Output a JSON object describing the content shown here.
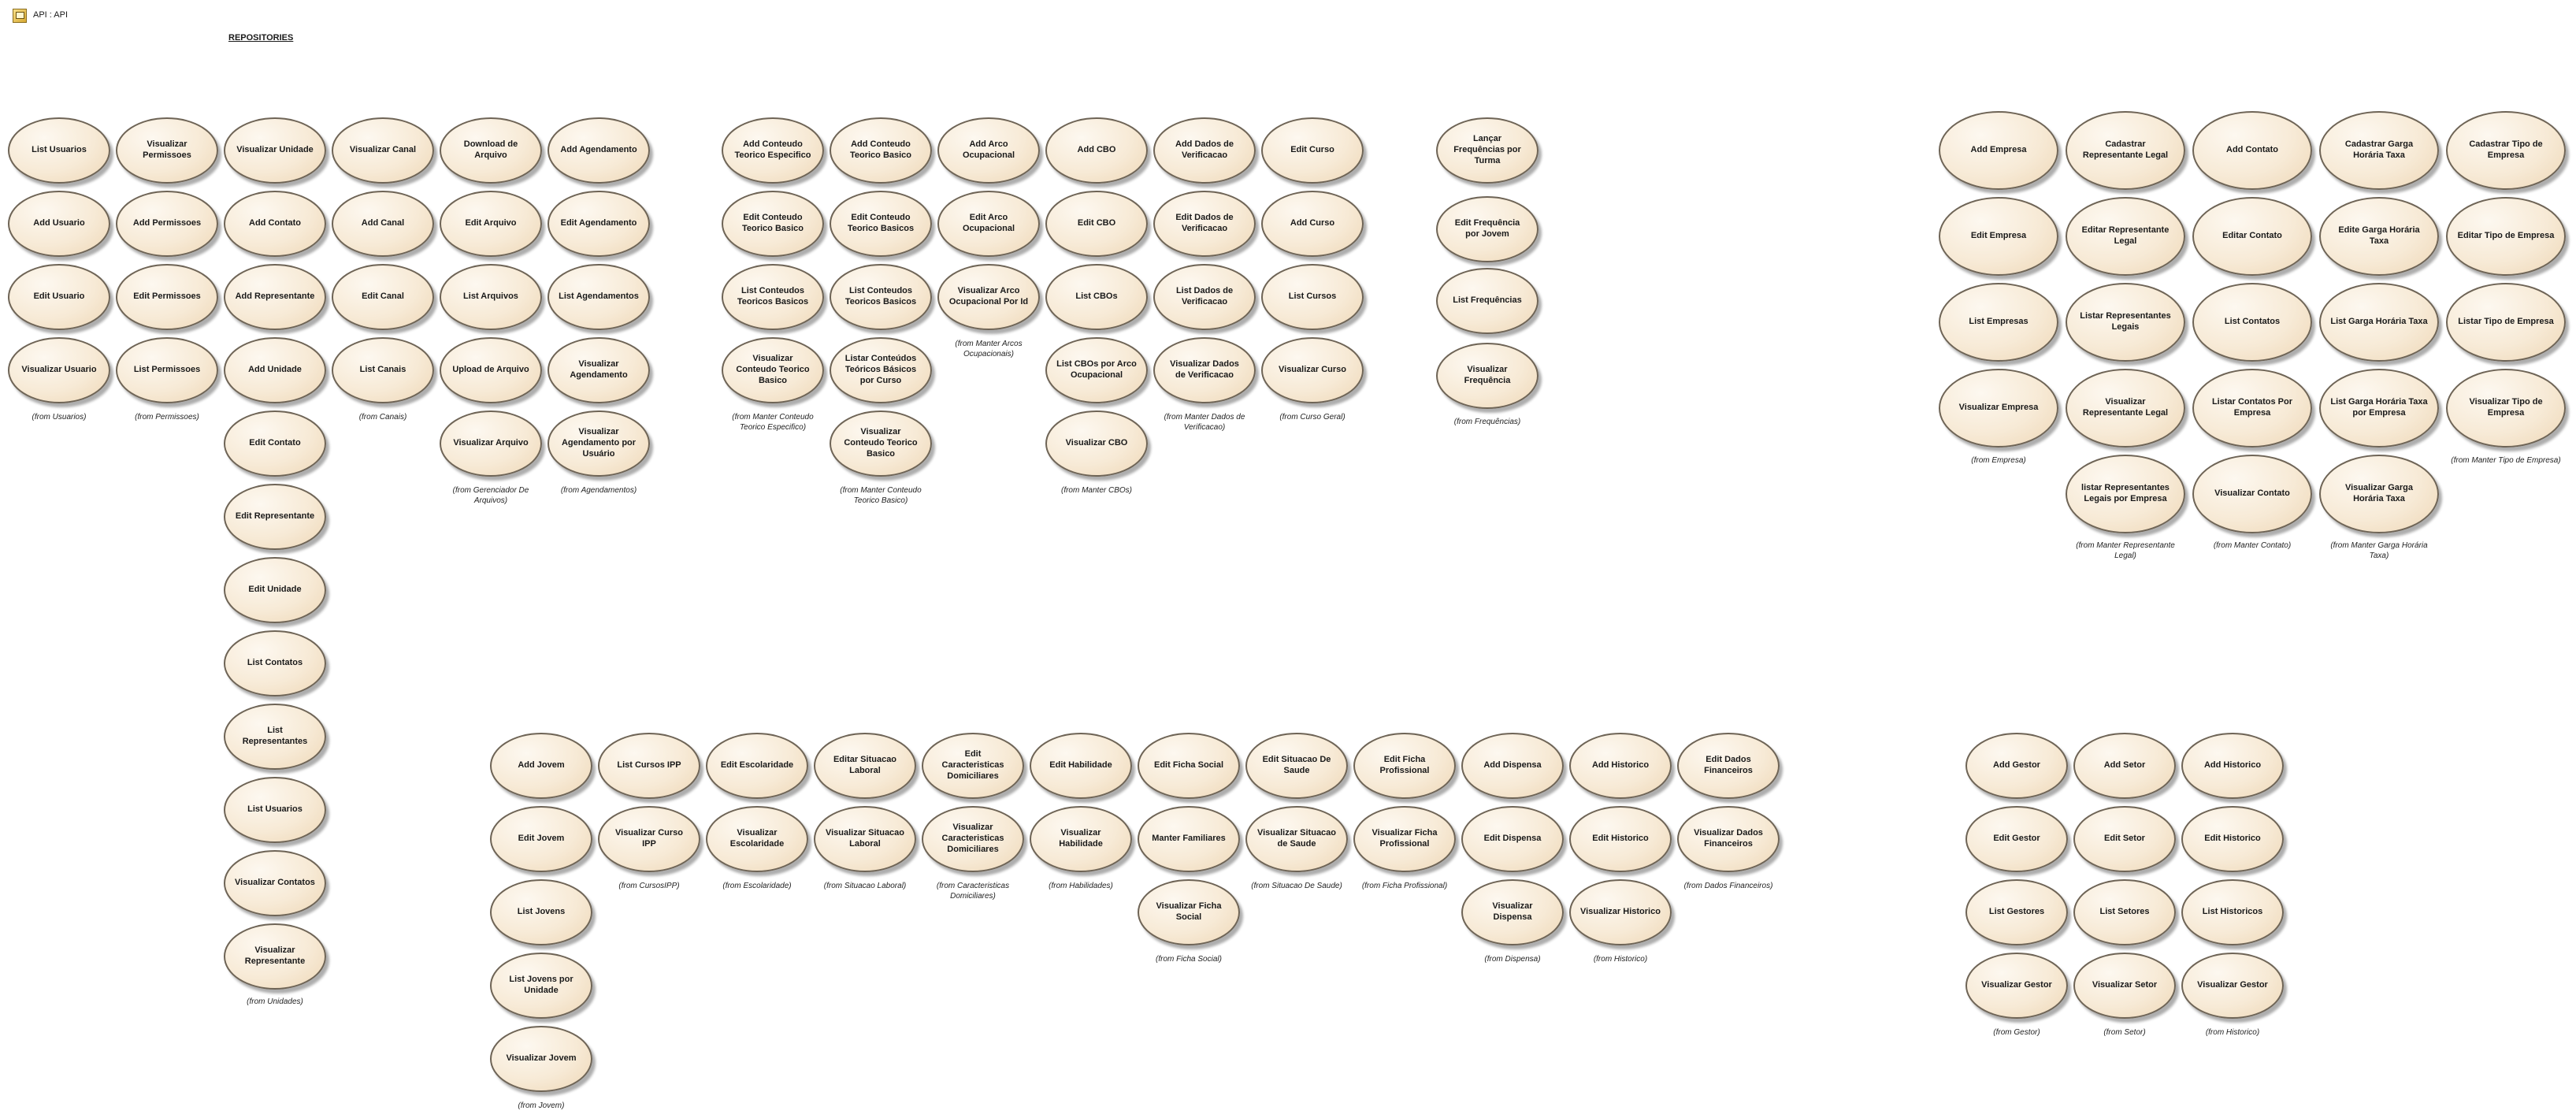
{
  "header": {
    "title": "API : API",
    "package_label": "REPOSITORIES"
  },
  "groups": [
    {
      "name": "usuarios",
      "from": "(from Usuarios)",
      "cases": [
        "List Usuarios",
        "Add Usuario",
        "Edit Usuario",
        "Visualizar Usuario"
      ]
    },
    {
      "name": "permissoes",
      "from": "(from Permissoes)",
      "cases": [
        "Visualizar Permissoes",
        "Add Permissoes",
        "Edit Permissoes",
        "List Permissoes"
      ]
    },
    {
      "name": "unidades",
      "from": "(from Unidades)",
      "cases": [
        "Visualizar Unidade",
        "Add Contato",
        "Add Representante",
        "Add Unidade",
        "Edit Contato",
        "Edit Representante",
        "Edit Unidade",
        "List Contatos",
        "List Representantes",
        "List Usuarios",
        "Visualizar Contatos",
        "Visualizar Representante"
      ]
    },
    {
      "name": "canais",
      "from": "(from Canais)",
      "cases": [
        "Visualizar Canal",
        "Add Canal",
        "Edit Canal",
        "List Canais"
      ]
    },
    {
      "name": "arquivos",
      "from": "(from Gerenciador De Arquivos)",
      "cases": [
        "Download de Arquivo",
        "Edit Arquivo",
        "List Arquivos",
        "Upload de Arquivo",
        "Visualizar Arquivo"
      ]
    },
    {
      "name": "agendamentos",
      "from": "(from Agendamentos)",
      "cases": [
        "Add Agendamento",
        "Edit Agendamento",
        "List Agendamentos",
        "Visualizar Agendamento",
        "Visualizar Agendamento por Usuário"
      ]
    },
    {
      "name": "conteudo-especifico",
      "from": "(from Manter Conteudo Teorico Especifico)",
      "cases": [
        "Add Conteudo Teorico Especifico",
        "Edit Conteudo Teorico Basico",
        "List Conteudos Teoricos Basicos",
        "Visualizar Conteudo Teorico Basico"
      ]
    },
    {
      "name": "conteudo-basico",
      "from": "(from Manter Conteudo Teorico Basico)",
      "cases": [
        "Add Conteudo Teorico Basico",
        "Edit Conteudo Teorico Basicos",
        "List Conteudos Teoricos Basicos",
        "Listar Conteúdos Teóricos Básicos por Curso",
        "Visualizar Conteudo Teorico Basico"
      ]
    },
    {
      "name": "arcos",
      "from": "(from Manter Arcos Ocupacionais)",
      "cases": [
        "Add Arco Ocupacional",
        "Edit Arco Ocupacional",
        "Visualizar Arco Ocupacional Por Id"
      ]
    },
    {
      "name": "cbos",
      "from": "(from Manter CBOs)",
      "cases": [
        "Add CBO",
        "Edit CBO",
        "List CBOs",
        "List CBOs por Arco Ocupacional",
        "Visualizar CBO"
      ]
    },
    {
      "name": "dados-verificacao",
      "from": "(from Manter Dados de Verificacao)",
      "cases": [
        "Add Dados de Verificacao",
        "Edit Dados de Verificacao",
        "List Dados de Verificacao",
        "Visualizar Dados de Verificacao"
      ]
    },
    {
      "name": "curso",
      "from": "(from Curso Geral)",
      "cases": [
        "Edit Curso",
        "Add Curso",
        "List Cursos",
        "Visualizar Curso"
      ]
    },
    {
      "name": "frequencias",
      "from": "(from Frequências)",
      "cases": [
        "Lançar Frequências por Turma",
        "Edit Frequência por Jovem",
        "List Frequências",
        "Visualizar Frequência"
      ]
    },
    {
      "name": "empresa",
      "from": "(from Empresa)",
      "cases": [
        "Add Empresa",
        "Edit Empresa",
        "List Empresas",
        "Visualizar Empresa"
      ]
    },
    {
      "name": "representante-legal",
      "from": "(from Manter Representante Legal)",
      "cases": [
        "Cadastrar Representante Legal",
        "Editar Representante Legal",
        "Listar Representantes Legais",
        "Visualizar Representante Legal",
        "listar Representantes Legais por Empresa"
      ]
    },
    {
      "name": "contato",
      "from": "(from Manter Contato)",
      "cases": [
        "Add Contato",
        "Editar Contato",
        "List Contatos",
        "Listar Contatos Por Empresa",
        "Visualizar Contato"
      ]
    },
    {
      "name": "garga-horaria",
      "from": "(from Manter Garga Horária Taxa)",
      "cases": [
        "Cadastrar Garga Horária Taxa",
        "Edite Garga Horária Taxa",
        "List Garga Horária Taxa",
        "List Garga Horária Taxa por Empresa",
        "Visualizar Garga Horária Taxa"
      ]
    },
    {
      "name": "tipo-empresa",
      "from": "(from Manter Tipo de Empresa)",
      "cases": [
        "Cadastrar Tipo de Empresa",
        "Editar Tipo de Empresa",
        "Listar Tipo de Empresa",
        "Visualizar Tipo de Empresa"
      ]
    },
    {
      "name": "jovem",
      "from": "(from Jovem)",
      "cases": [
        "Add Jovem",
        "Edit Jovem",
        "List Jovens",
        "List Jovens por Unidade",
        "Visualizar Jovem"
      ]
    },
    {
      "name": "curso-ipp",
      "from": "(from CursosIPP)",
      "cases": [
        "List Cursos IPP",
        "Visualizar Curso IPP"
      ]
    },
    {
      "name": "escolaridade",
      "from": "(from Escolaridade)",
      "cases": [
        "Edit Escolaridade",
        "Visualizar Escolaridade"
      ]
    },
    {
      "name": "situacao-laboral",
      "from": "(from Situacao Laboral)",
      "cases": [
        "Editar Situacao Laboral",
        "Visualizar Situacao Laboral"
      ]
    },
    {
      "name": "caracteristicas",
      "from": "(from Caracteristicas Domiciliares)",
      "cases": [
        "Edit Caracteristicas Domiciliares",
        "Visualizar Caracteristicas Domiciliares"
      ]
    },
    {
      "name": "habilidades",
      "from": "(from Habilidades)",
      "cases": [
        "Edit Habilidade",
        "Visualizar Habilidade"
      ]
    },
    {
      "name": "ficha-social",
      "from": "(from Ficha Social)",
      "cases": [
        "Edit Ficha Social",
        "Manter Familiares",
        "Visualizar Ficha Social"
      ]
    },
    {
      "name": "situacao-saude",
      "from": "(from Situacao De Saude)",
      "cases": [
        "Edit Situacao De Saude",
        "Visualizar Situacao de Saude"
      ]
    },
    {
      "name": "ficha-profissional",
      "from": "(from Ficha Profissional)",
      "cases": [
        "Edit Ficha Profissional",
        "Visualizar Ficha Profissional"
      ]
    },
    {
      "name": "dispensa",
      "from": "(from Dispensa)",
      "cases": [
        "Add Dispensa",
        "Edit Dispensa",
        "Visualizar Dispensa"
      ]
    },
    {
      "name": "historico-jovem",
      "from": "(from Historico)",
      "cases": [
        "Add Historico",
        "Edit Historico",
        "Visualizar Historico"
      ]
    },
    {
      "name": "dados-financeiros",
      "from": "(from Dados Financeiros)",
      "cases": [
        "Edit Dados Financeiros",
        "Visualizar Dados Financeiros"
      ]
    },
    {
      "name": "gestor",
      "from": "(from Gestor)",
      "cases": [
        "Add Gestor",
        "Edit Gestor",
        "List Gestores",
        "Visualizar Gestor"
      ]
    },
    {
      "name": "setor",
      "from": "(from Setor)",
      "cases": [
        "Add Setor",
        "Edit Setor",
        "List Setores",
        "Visualizar Setor"
      ]
    },
    {
      "name": "historico-gestor",
      "from": "(from Historico)",
      "cases": [
        "Add Historico",
        "Edit Historico",
        "List Historicos",
        "Visualizar Gestor"
      ]
    }
  ]
}
